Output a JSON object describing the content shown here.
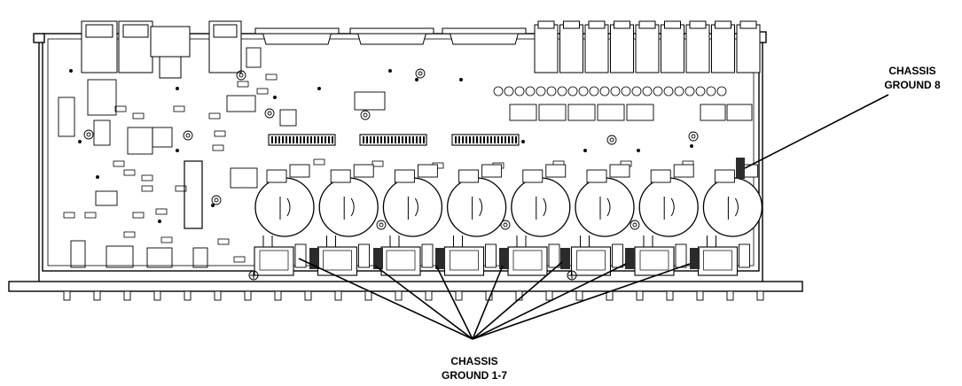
{
  "callouts": {
    "chassis_ground_8": {
      "line1": "CHASSIS",
      "line2": "GROUND 8"
    },
    "chassis_ground_1_7": {
      "line1": "CHASSIS",
      "line2": "GROUND 1-7"
    }
  },
  "colors": {
    "ink": "#000000",
    "paper": "#ffffff",
    "ground_clip": "#2b2b2b"
  }
}
